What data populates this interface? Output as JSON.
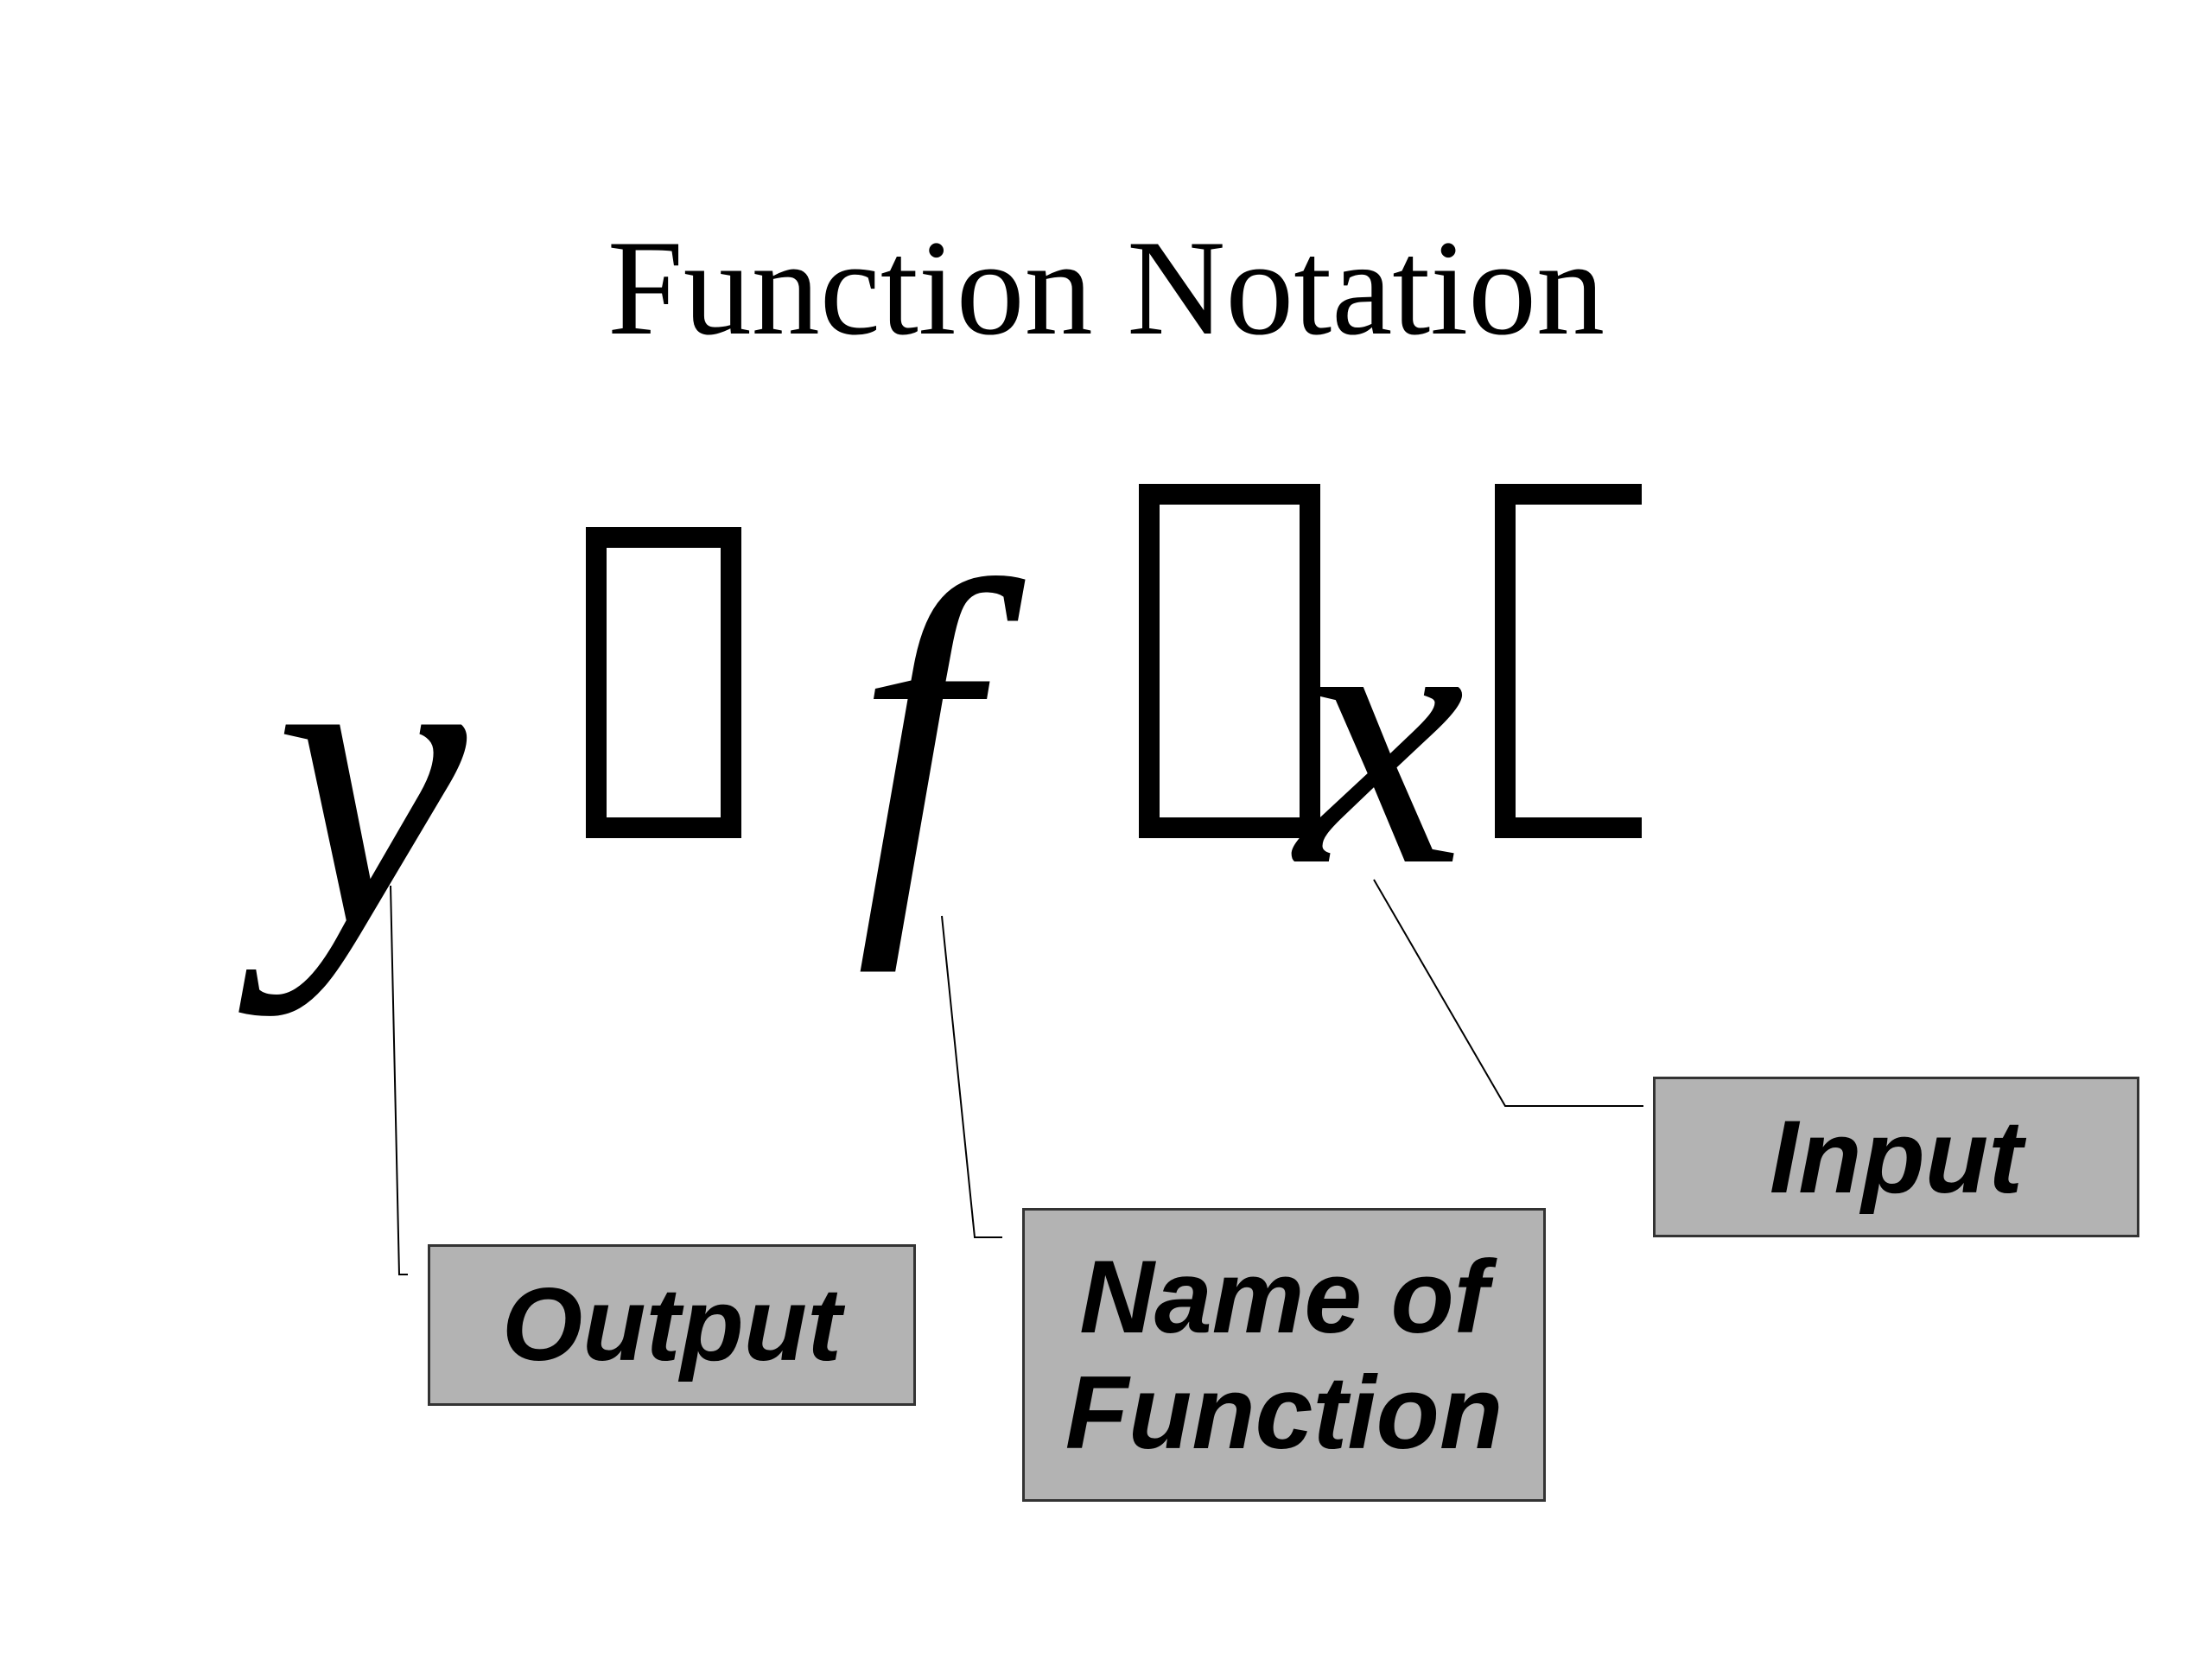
{
  "title": "Function Notation",
  "equation": {
    "output_var": "y",
    "function_var": "f",
    "input_var": "x"
  },
  "labels": {
    "output": "Output",
    "function_name": "Name of Function",
    "input": "Input"
  },
  "colors": {
    "label_fill": "#b3b3b3",
    "label_border": "#333333",
    "text": "#000000"
  }
}
